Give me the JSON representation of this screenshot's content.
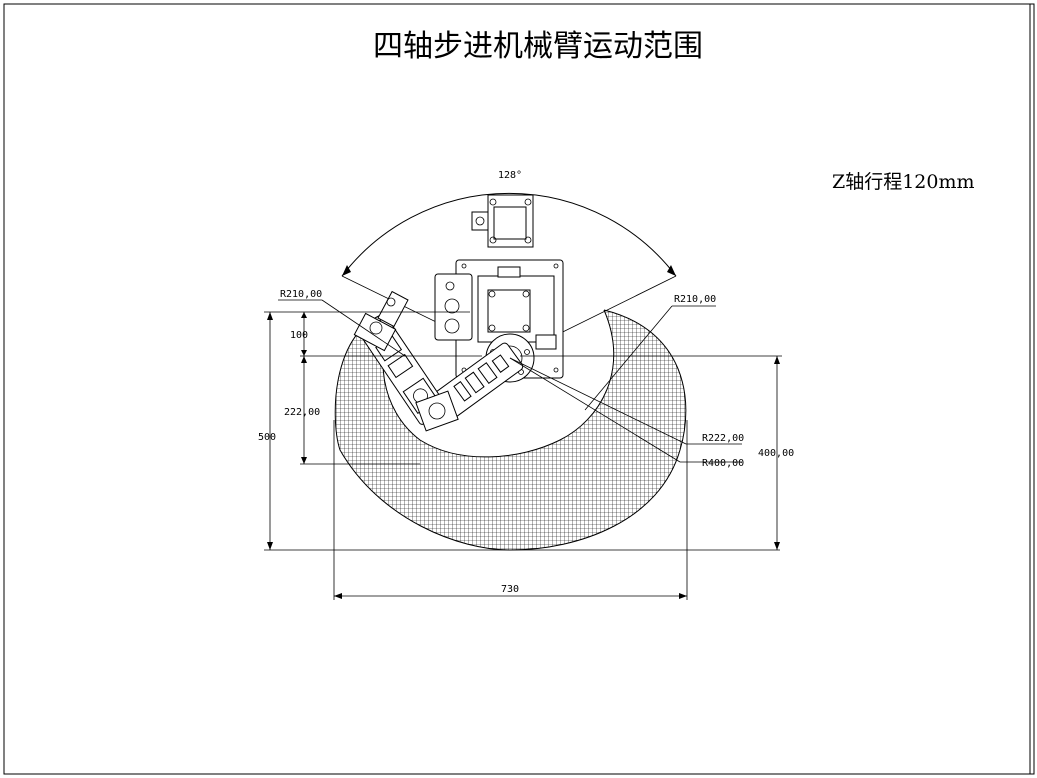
{
  "title": "四轴步进机械臂运动范围",
  "z_travel_note": "Z轴行程120mm",
  "dimensions": {
    "sweep_angle": "128°",
    "radius_left": "R210,00",
    "radius_right": "R210,00",
    "radius_inner": "R222,00",
    "radius_outer": "R400,00",
    "offset_top": "100",
    "inner_height": "222,00",
    "total_height": "500",
    "right_height": "400,00",
    "total_width": "730"
  },
  "colors": {
    "line": "#000000",
    "hatch": "#000000",
    "background": "#ffffff"
  }
}
